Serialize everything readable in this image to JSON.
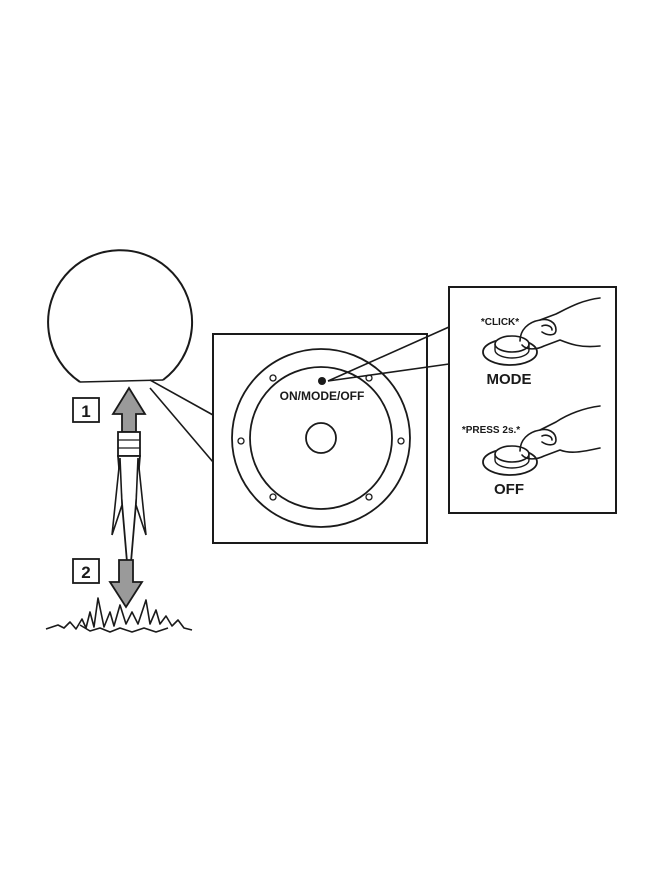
{
  "steps": {
    "step1": "1",
    "step2": "2"
  },
  "switch_panel": {
    "label": "ON/MODE/OFF"
  },
  "callout": {
    "mode_action": "*CLICK*",
    "mode_label": "MODE",
    "off_action": "*PRESS 2s.*",
    "off_label": "OFF"
  },
  "colors": {
    "line": "#1a1a1a",
    "arrow_fill": "#9a9a9a",
    "background": "#ffffff"
  },
  "icons": [
    "globe-lamp",
    "ground-spike",
    "up-arrow",
    "down-arrow",
    "grass",
    "switch-plate",
    "pointing-hand",
    "push-button"
  ]
}
